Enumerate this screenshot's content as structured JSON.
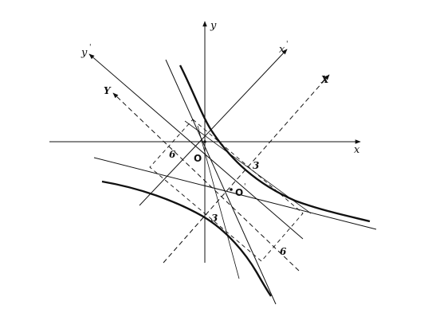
{
  "figure": {
    "labels": {
      "x": "x",
      "y": "y",
      "x_prime": "x",
      "y_prime": "y",
      "X": "X",
      "Y": "Y",
      "prime_mark": "'",
      "origin": "O",
      "origin_prime": "O",
      "tick_3_a": "3",
      "tick_3_b": "3",
      "tick_6_a": "6",
      "tick_6_b": "6"
    },
    "colors": {
      "ink": "#111111",
      "background": "#ffffff"
    }
  }
}
